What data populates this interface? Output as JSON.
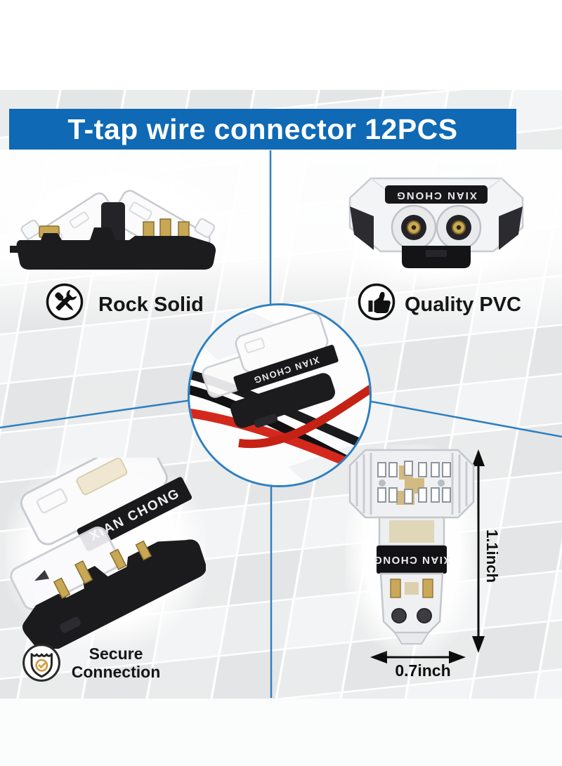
{
  "title": "T-tap wire connector 12PCS",
  "brand_label": "XIAN CHONG",
  "features": [
    {
      "label": "Rock Solid",
      "icon": "wrench-screwdriver-icon"
    },
    {
      "label": "Quality PVC",
      "icon": "thumbs-up-icon"
    },
    {
      "label": "Secure Connection",
      "icon": "shield-check-icon"
    }
  ],
  "dimensions": {
    "height": "1.1inch",
    "width": "0.7inch"
  },
  "colors": {
    "banner_blue": "#0f69b4",
    "divider_blue": "#2e80c0",
    "label_text": "#111111",
    "badge_gold": "#d29b3c",
    "wire_red": "#d5281c",
    "connector_black": "#1c1c1f",
    "contact_gold": "#c8a755"
  },
  "photos": [
    {
      "name": "open-connector-side-view"
    },
    {
      "name": "connector-front-port-view"
    },
    {
      "name": "tapped-wires-closeup"
    },
    {
      "name": "open-connector-angled-view"
    },
    {
      "name": "t-connector-top-view"
    }
  ]
}
